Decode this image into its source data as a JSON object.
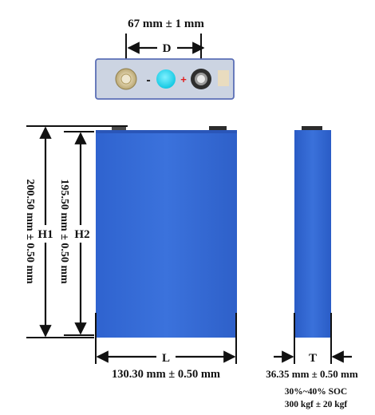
{
  "diagram": {
    "top_view": {
      "pitch_label": "67 mm ± 1 mm",
      "pitch_symbol": "D",
      "negative_sign": "-",
      "positive_sign": "+"
    },
    "front_view": {
      "overall_height_label": "200.50 mm ± 0.50 mm",
      "overall_height_symbol": "H1",
      "body_height_label": "195.50 mm ± 0.50 mm",
      "body_height_symbol": "H2",
      "length_symbol": "L",
      "length_label": "130.30 mm ± 0.50 mm"
    },
    "side_view": {
      "thickness_symbol": "T",
      "thickness_label": "36.35 mm ± 0.50 mm",
      "soc_note": "30%~40% SOC",
      "force_note": "300 kgf ± 20 kgf"
    }
  },
  "colors": {
    "cell_blue": "#3a6fd6",
    "cell_blue_dark": "#2a56b8",
    "top_panel_fill": "#ccd4e2",
    "top_panel_border": "#5b6fb6",
    "vent_cyan": "#1ed2e8",
    "positive_red": "#e02020",
    "terminal_dark": "#3a3a3a",
    "terminal_gold": "#c9b98a",
    "line_black": "#111111"
  }
}
